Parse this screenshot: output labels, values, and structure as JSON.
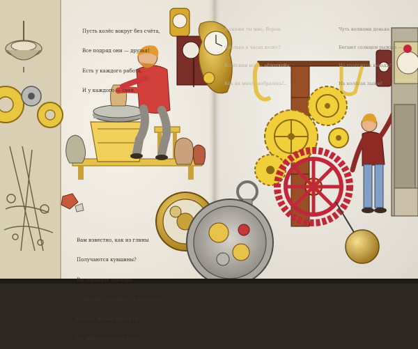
{
  "verses": {
    "top_left": [
      "Пусть колёс вокруг без счёта,",
      "Все подряд они — друзья!",
      "Есть у каждого работа,",
      "И у каждого — своя."
    ],
    "top_center": [
      "А скажи ты мне, Ворон,",
      "Сколько в часах колёс?",
      "Колёсики все — «ёлочкой»,",
      "Как их много набралось!.."
    ],
    "top_right": [
      "Чуть волнами донька",
      "Бегают солнцем рыжим —",
      "На колёсиках коньки!",
      "На колёсах лыжи!"
    ],
    "bottom_left": [
      "Вам известно, как из глины",
      "Получаются кувшины?",
      "Вы спросите гончара,",
      "— Штука, — скажет, — не хитра!",
      "Были б только пара рук",
      "Да ещё гончарный круг!"
    ]
  }
}
